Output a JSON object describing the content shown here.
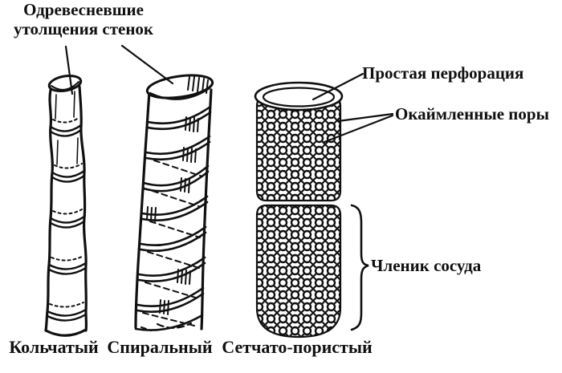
{
  "colors": {
    "background": "#ffffff",
    "ink": "#101010"
  },
  "annotations": {
    "lignified_thickenings": {
      "line1": "Одревесневшие",
      "line2": "утолщения стенок"
    },
    "simple_perforation": "Простая перфорация",
    "bordered_pits": "Окаймленные поры",
    "vessel_member": "Членик сосуда"
  },
  "vessel_types": [
    {
      "name": "annular",
      "label": "Кольчатый"
    },
    {
      "name": "spiral",
      "label": "Спиральный"
    },
    {
      "name": "reticulate_porous",
      "label": "Сетчато-пористый"
    }
  ]
}
